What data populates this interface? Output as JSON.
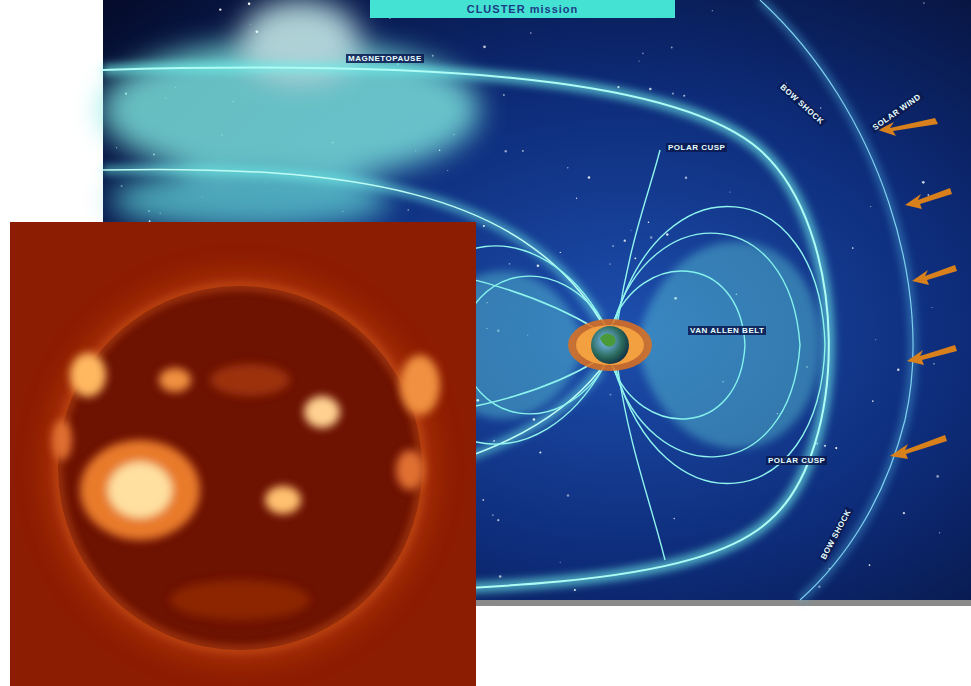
{
  "diagram": {
    "title": "CLUSTER mission",
    "labels": [
      "MAGNETOPAUSE",
      "BOW SHOCK",
      "SOLAR WIND",
      "POLAR CUSP",
      "VAN ALLEN BELT",
      "POLAR CUSP",
      "BOW SHOCK"
    ]
  }
}
